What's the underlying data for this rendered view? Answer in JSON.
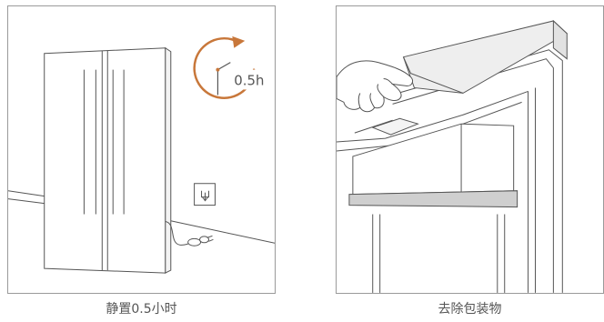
{
  "steps": [
    {
      "caption": "静置0.5小时",
      "timer_label": "0.5h",
      "icons": [
        "refrigerator-icon",
        "clock-timer-icon",
        "wall-socket-icon",
        "power-plug-icon"
      ]
    },
    {
      "caption": "去除包装物",
      "icons": [
        "hand-icon",
        "packaging-tape-icon",
        "fridge-shelf-icon"
      ]
    }
  ],
  "colors": {
    "line": "#555555",
    "accent": "#c8773a",
    "border": "#9a9a9a",
    "shelf": "#cfcfcf"
  }
}
